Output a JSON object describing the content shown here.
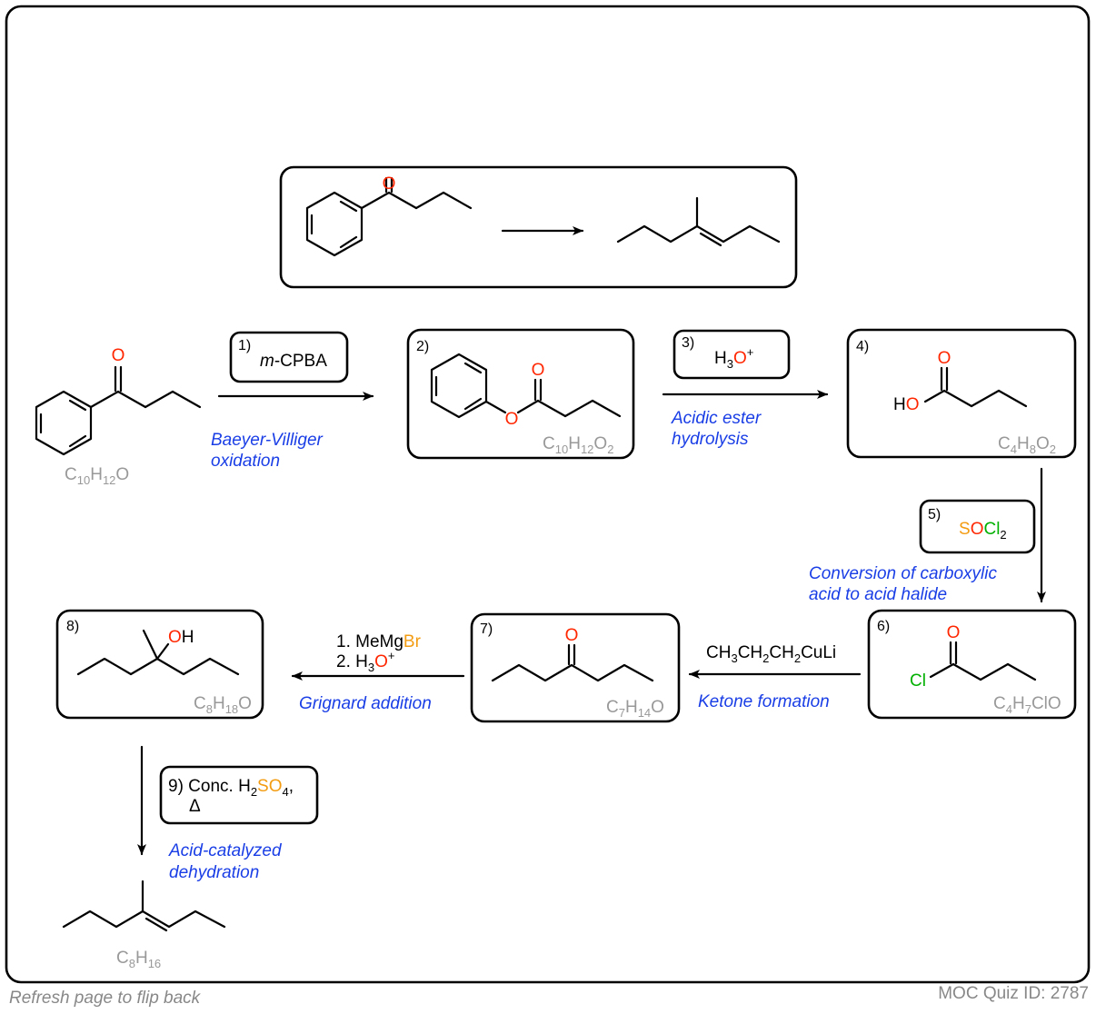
{
  "colors": {
    "oxygen": "#ff2600",
    "chlorine": "#00b000",
    "sulfur": "#f39c12",
    "bromine": "#f39c12",
    "formula_gray": "#999999",
    "description_blue": "#1a3ee6",
    "footer_gray": "#888888"
  },
  "atoms": {
    "O": "O",
    "Cl": "Cl",
    "OH_O": "O",
    "OH_H": "H",
    "HO_H": "H",
    "HO_O": "O",
    "S": "S"
  },
  "formulas": {
    "start": {
      "a": "C",
      "b": "10",
      "c": "H",
      "d": "12",
      "e": "O"
    },
    "ester": {
      "a": "C",
      "b": "10",
      "c": "H",
      "d": "12",
      "e": "O",
      "f": "2"
    },
    "acid": {
      "a": "C",
      "b": "4",
      "c": "H",
      "d": "8",
      "e": "O",
      "f": "2"
    },
    "acid_chloride": {
      "a": "C",
      "b": "4",
      "c": "H",
      "d": "7",
      "e": "ClO"
    },
    "ketone": {
      "a": "C",
      "b": "7",
      "c": "H",
      "d": "14",
      "e": "O"
    },
    "alcohol": {
      "a": "C",
      "b": "8",
      "c": "H",
      "d": "18",
      "e": "O"
    },
    "alkene": {
      "a": "C",
      "b": "8",
      "c": "H",
      "d": "16"
    }
  },
  "steps": {
    "s1": {
      "num": "1)",
      "reagent_italic": "m",
      "reagent_rest": "-CPBA"
    },
    "s2": {
      "num": "2)"
    },
    "s3": {
      "num": "3)",
      "reagent_a": "H",
      "reagent_sub": "3",
      "reagent_o": "O",
      "reagent_sup": "+"
    },
    "s4": {
      "num": "4)"
    },
    "s5": {
      "num": "5)"
    },
    "s6": {
      "num": "6)"
    },
    "s7": {
      "num": "7)"
    },
    "s8": {
      "num": "8)"
    },
    "s9": {
      "num": "9) Conc. H",
      "sub2": "2",
      "so": "SO",
      "sub4": "4",
      "comma": ",",
      "delta": "Δ"
    },
    "cuprate": {
      "a": "CH",
      "b": "3",
      "c": "CH",
      "d": "2",
      "e": "CH",
      "f": "2",
      "g": "CuLi"
    },
    "grignard": {
      "l1a": "1. MeMg",
      "l1b": "Br",
      "l2a": "2. H",
      "l2b": "3",
      "l2c": "O",
      "l2d": "+"
    },
    "socl2": {
      "cl": "Cl",
      "sub": "2"
    }
  },
  "descriptions": {
    "baeyer_1": "Baeyer-Villiger",
    "baeyer_2": "oxidation",
    "hydrolysis_1": "Acidic ester",
    "hydrolysis_2": "hydrolysis",
    "conversion_1": "Conversion of carboxylic",
    "conversion_2": "acid to acid halide",
    "ketone": "Ketone formation",
    "grignard": "Grignard addition",
    "dehydration_1": "Acid-catalyzed",
    "dehydration_2": "dehydration"
  },
  "footer": {
    "left": "Refresh page to flip back",
    "right": "MOC Quiz ID: 2787"
  }
}
